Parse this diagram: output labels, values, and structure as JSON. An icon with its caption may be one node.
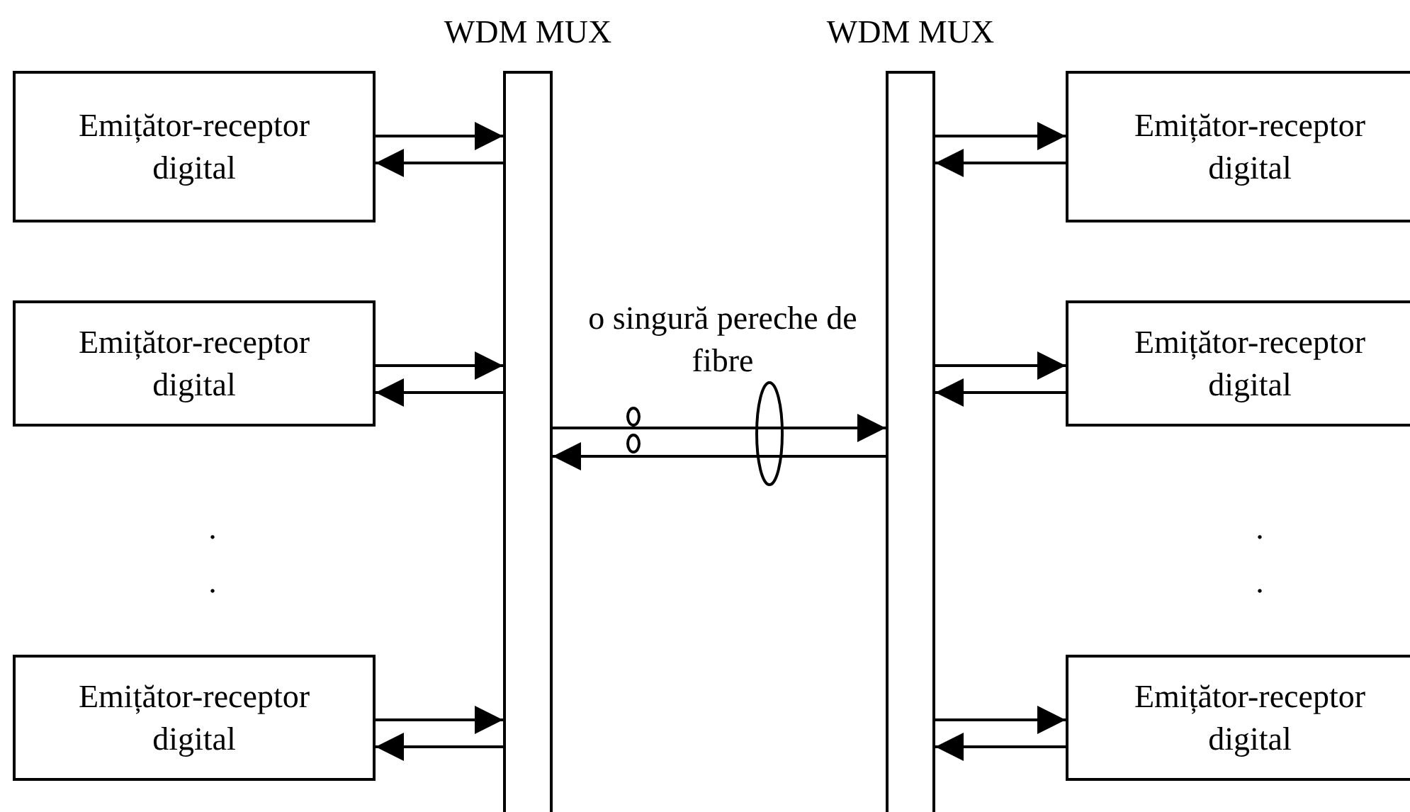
{
  "diagram": {
    "nodes": [
      {
        "text": [
          "WDM MUX"
        ]
      },
      {
        "text": [
          "WDM MUX"
        ]
      },
      {
        "text": [
          "Emițător-receptor digital"
        ]
      },
      {
        "text": [
          "Emițător-receptor digital"
        ]
      },
      {
        "text": [
          "Emițător-receptor digital"
        ]
      },
      {
        "text": [
          "Emițător-receptor digital"
        ]
      },
      {
        "text": [
          "Emițător-receptor digital"
        ]
      },
      {
        "text": [
          "Emițător-receptor digital"
        ]
      }
    ],
    "edges": [
      {
        "from": 2,
        "to": 0,
        "arrow": "to"
      },
      {
        "from": 0,
        "to": 2,
        "arrow": "to"
      },
      {
        "from": 3,
        "to": 0,
        "arrow": "to"
      },
      {
        "from": 0,
        "to": 3,
        "arrow": "to"
      },
      {
        "from": 4,
        "to": 0,
        "arrow": "to"
      },
      {
        "from": 0,
        "to": 4,
        "arrow": "to"
      },
      {
        "from": 1,
        "to": 5,
        "arrow": "to"
      },
      {
        "from": 5,
        "to": 1,
        "arrow": "to"
      },
      {
        "from": 1,
        "to": 6,
        "arrow": "to"
      },
      {
        "from": 6,
        "to": 1,
        "arrow": "to"
      },
      {
        "from": 1,
        "to": 7,
        "arrow": "to"
      },
      {
        "from": 7,
        "to": 1,
        "arrow": "to"
      },
      {
        "from": 0,
        "to": 1,
        "arrow": "to"
      },
      {
        "from": 1,
        "to": 0,
        "arrow": "to"
      }
    ],
    "labels": [
      "o singură pereche de fibre",
      ".",
      ".",
      ".",
      "."
    ]
  }
}
